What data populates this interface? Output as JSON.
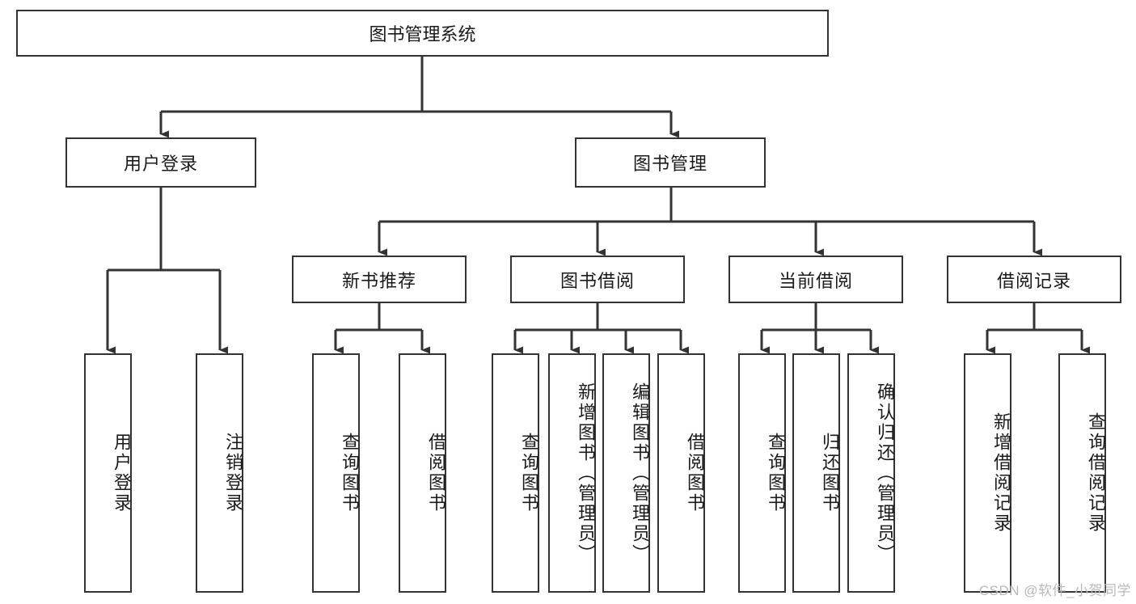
{
  "diagram": {
    "type": "tree-hierarchy-chart",
    "title": "图书管理系统",
    "stroke_color": "#333333",
    "background_color": "#ffffff",
    "watermark": "CSDN @软件_小贺同学",
    "nodes": {
      "root": {
        "label": "图书管理系统"
      },
      "level2": [
        {
          "id": "user-login",
          "label": "用户登录"
        },
        {
          "id": "book-management",
          "label": "图书管理"
        }
      ],
      "level3": [
        {
          "id": "new-book-recommend",
          "label": "新书推荐"
        },
        {
          "id": "book-borrow",
          "label": "图书借阅"
        },
        {
          "id": "current-borrow",
          "label": "当前借阅"
        },
        {
          "id": "borrow-record",
          "label": "借阅记录"
        }
      ],
      "leaves": {
        "user_login": [
          {
            "id": "leaf-user-login",
            "label": "用户登录"
          },
          {
            "id": "leaf-logout-login",
            "label": "注销登录"
          }
        ],
        "new_book_recommend": [
          {
            "id": "leaf-query-book-1",
            "label": "查询图书"
          },
          {
            "id": "leaf-borrow-book-1",
            "label": "借阅图书"
          }
        ],
        "book_borrow": [
          {
            "id": "leaf-query-book-2",
            "label": "查询图书"
          },
          {
            "id": "leaf-add-book",
            "label": "新增图书（管理员）"
          },
          {
            "id": "leaf-edit-book",
            "label": "编辑图书（管理员）"
          },
          {
            "id": "leaf-borrow-book-2",
            "label": "借阅图书"
          }
        ],
        "current_borrow": [
          {
            "id": "leaf-query-book-3",
            "label": "查询图书"
          },
          {
            "id": "leaf-return-book",
            "label": "归还图书"
          },
          {
            "id": "leaf-confirm-return",
            "label": "确认归还（管理员）"
          }
        ],
        "borrow_record": [
          {
            "id": "leaf-add-record",
            "label": "新增借阅记录"
          },
          {
            "id": "leaf-query-record",
            "label": "查询借阅记录"
          }
        ]
      }
    }
  }
}
